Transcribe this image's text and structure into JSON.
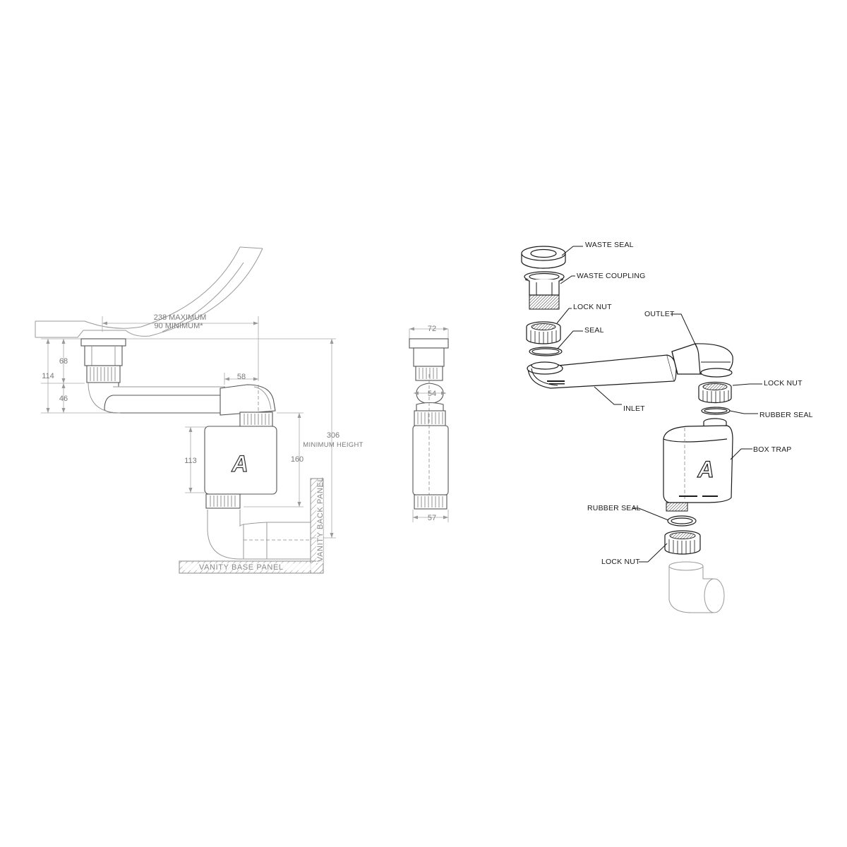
{
  "dimensions": {
    "width_238": "238 MAXIMUM",
    "width_90": "90 MINIMUM*",
    "h_68": "68",
    "h_114": "114",
    "h_46": "46",
    "w_58": "58",
    "h_113": "113",
    "h_160": "160",
    "h_306": "306",
    "min_height": "MINIMUM HEIGHT",
    "side_72": "72",
    "side_54": "54",
    "side_57": "57"
  },
  "panels": {
    "back": "VANITY BACK PANEL",
    "base": "VANITY BASE PANEL"
  },
  "brand_mark": "A",
  "exploded_labels": {
    "waste_seal": "WASTE SEAL",
    "waste_coupling": "WASTE COUPLING",
    "lock_nut_top": "LOCK NUT",
    "seal": "SEAL",
    "outlet": "OUTLET",
    "lock_nut_mid": "LOCK NUT",
    "rubber_seal_top": "RUBBER SEAL",
    "inlet": "INLET",
    "box_trap": "BOX TRAP",
    "rubber_seal_bottom": "RUBBER SEAL",
    "lock_nut_bottom": "LOCK NUT"
  },
  "colors": {
    "line_gray": "#9a9a9a",
    "line_dark": "#1a1a1a",
    "background": "#ffffff"
  }
}
